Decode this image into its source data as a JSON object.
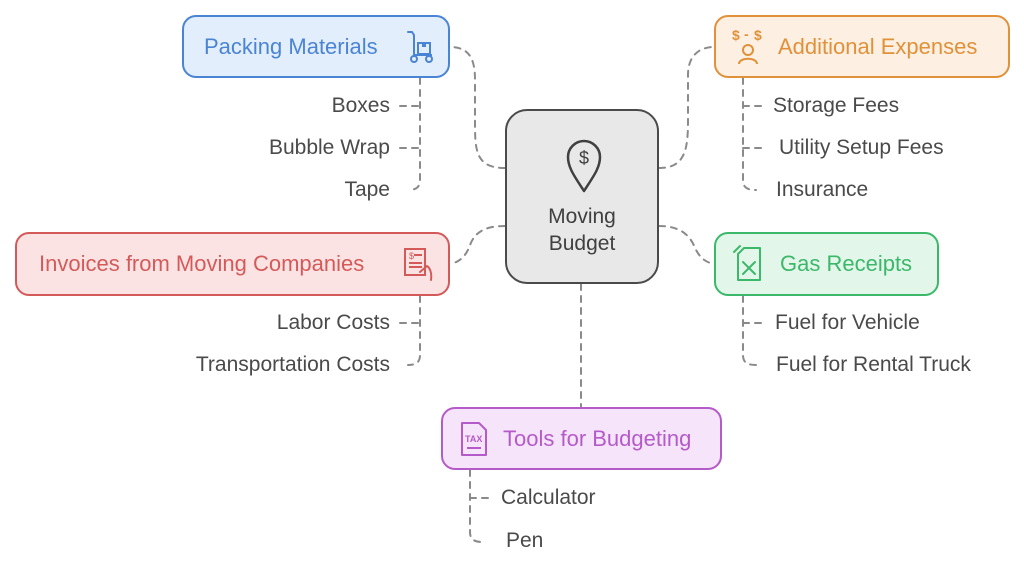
{
  "center": {
    "line1": "Moving",
    "line2": "Budget",
    "icon": "map-pin-dollar-icon"
  },
  "branches": {
    "packing": {
      "label": "Packing Materials",
      "icon": "hand-truck-icon",
      "color": "#4a84d4",
      "fill": "#e3eefc",
      "items": [
        "Boxes",
        "Bubble Wrap",
        "Tape"
      ]
    },
    "invoices": {
      "label": "Invoices from Moving Companies",
      "icon": "invoice-icon",
      "color": "#d45a5a",
      "fill": "#fbe3e3",
      "items": [
        "Labor Costs",
        "Transportation Costs"
      ]
    },
    "additional": {
      "label": "Additional Expenses",
      "icon": "money-person-icon",
      "color": "#e0913a",
      "fill": "#fdf0e2",
      "items": [
        "Storage Fees",
        "Utility Setup Fees",
        "Insurance"
      ]
    },
    "gas": {
      "label": "Gas Receipts",
      "icon": "fuel-can-icon",
      "color": "#3cb86a",
      "fill": "#e2f6ea",
      "items": [
        "Fuel for Vehicle",
        "Fuel for Rental Truck"
      ]
    },
    "tools": {
      "label": "Tools for Budgeting",
      "icon": "tax-document-icon",
      "color": "#b55ac9",
      "fill": "#f5e4fa",
      "items": [
        "Calculator",
        "Pen"
      ]
    }
  }
}
